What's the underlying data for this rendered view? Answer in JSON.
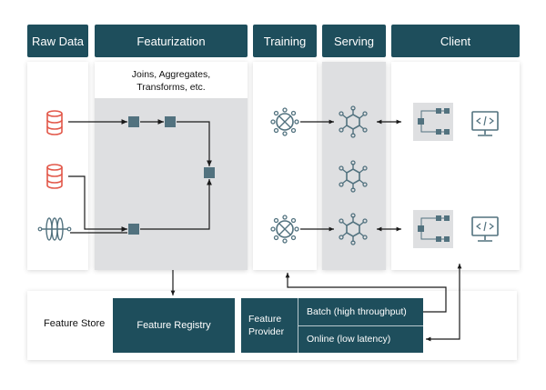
{
  "headers": {
    "raw_data": "Raw Data",
    "featurization": "Featurization",
    "training": "Training",
    "serving": "Serving",
    "client": "Client"
  },
  "featurization_note": {
    "line1": "Joins, Aggregates,",
    "line2": "Transforms, etc."
  },
  "feature_store": {
    "label": "Feature Store",
    "registry": "Feature Registry",
    "provider_label_line1": "Feature",
    "provider_label_line2": "Provider",
    "batch": "Batch (high throughput)",
    "online": "Online (low latency)"
  },
  "icons": {
    "database": "database-icon",
    "stream": "stream-icon",
    "model_training": "training-node-icon",
    "model_serving": "serving-node-icon",
    "code_window": "code-monitor-icon",
    "flow_diagram": "flow-diagram-icon"
  },
  "colors": {
    "header_bg": "#1e4e5c",
    "node": "#52727f",
    "source_accent": "#e2584a",
    "panel_gray": "#dedfe1",
    "line": "#1a1a1a"
  }
}
